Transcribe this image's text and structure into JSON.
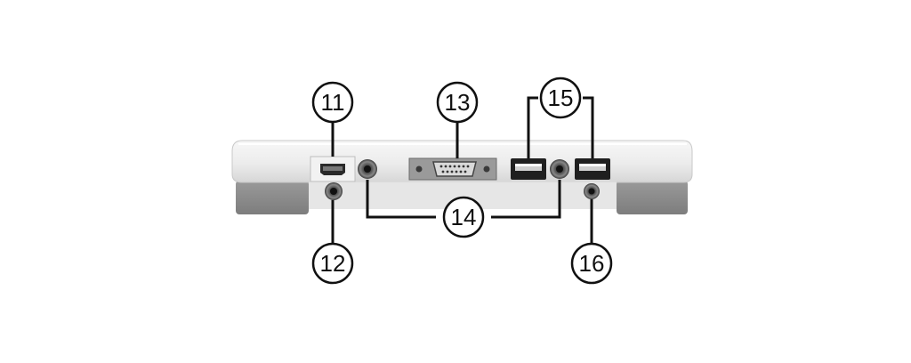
{
  "diagram": {
    "callouts": [
      {
        "id": "11",
        "label": "11"
      },
      {
        "id": "12",
        "label": "12"
      },
      {
        "id": "13",
        "label": "13"
      },
      {
        "id": "14",
        "label": "14"
      },
      {
        "id": "15",
        "label": "15"
      },
      {
        "id": "16",
        "label": "16"
      }
    ],
    "colors": {
      "line": "#111111",
      "body_light": "#f0f0f0",
      "body_mid": "#dcdcdc",
      "foot": "#8f8f8f",
      "port_dark": "#2a2a2a"
    }
  }
}
